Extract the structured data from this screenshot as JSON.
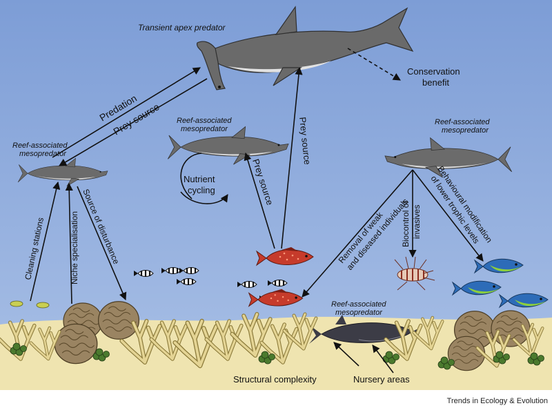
{
  "labels": {
    "transient_apex": "Transient apex predator",
    "conservation_1": "Conservation",
    "conservation_2": "benefit",
    "predation": "Predation",
    "prey_source_left": "Prey source",
    "meso_left_1": "Reef-associated",
    "meso_left_2": "mesopredator",
    "meso_center_1": "Reef-associated",
    "meso_center_2": "mesopredator",
    "meso_right_1": "Reef-associated",
    "meso_right_2": "mesopredator",
    "meso_bottom_1": "Reef-associated",
    "meso_bottom_2": "mesopredator",
    "nutrient_1": "Nutrient",
    "nutrient_2": "cycling",
    "prey_source_center": "Prey source",
    "prey_source_tall": "Prey source",
    "cleaning_stations": "Cleaning stations",
    "niche": "Niche specialisation",
    "disturbance": "Source of disturbance",
    "removal_1": "Removal of weak",
    "removal_2": "and diseased individuals",
    "biocontrol_1": "Biocontrol of",
    "biocontrol_2": "invasives",
    "behavioural_1": "Behavioural modification",
    "behavioural_2": "of lower trophic levels",
    "structural": "Structural complexity",
    "nursery": "Nursery areas"
  },
  "footer": "Trends in Ecology & Evolution",
  "colors": {
    "water_top": "#7f9fd8",
    "water_bottom": "#a6bde4",
    "sand": "#f0e6b2",
    "shark_body": "#6d6d6d",
    "shark_belly": "#d8d8d8",
    "coral_branch": "#d8c98a",
    "coral_outline": "#8a7a3c",
    "algae": "#3f6b2a",
    "red_fish": "#c23a2a",
    "blue_fish": "#2a6fbf"
  }
}
